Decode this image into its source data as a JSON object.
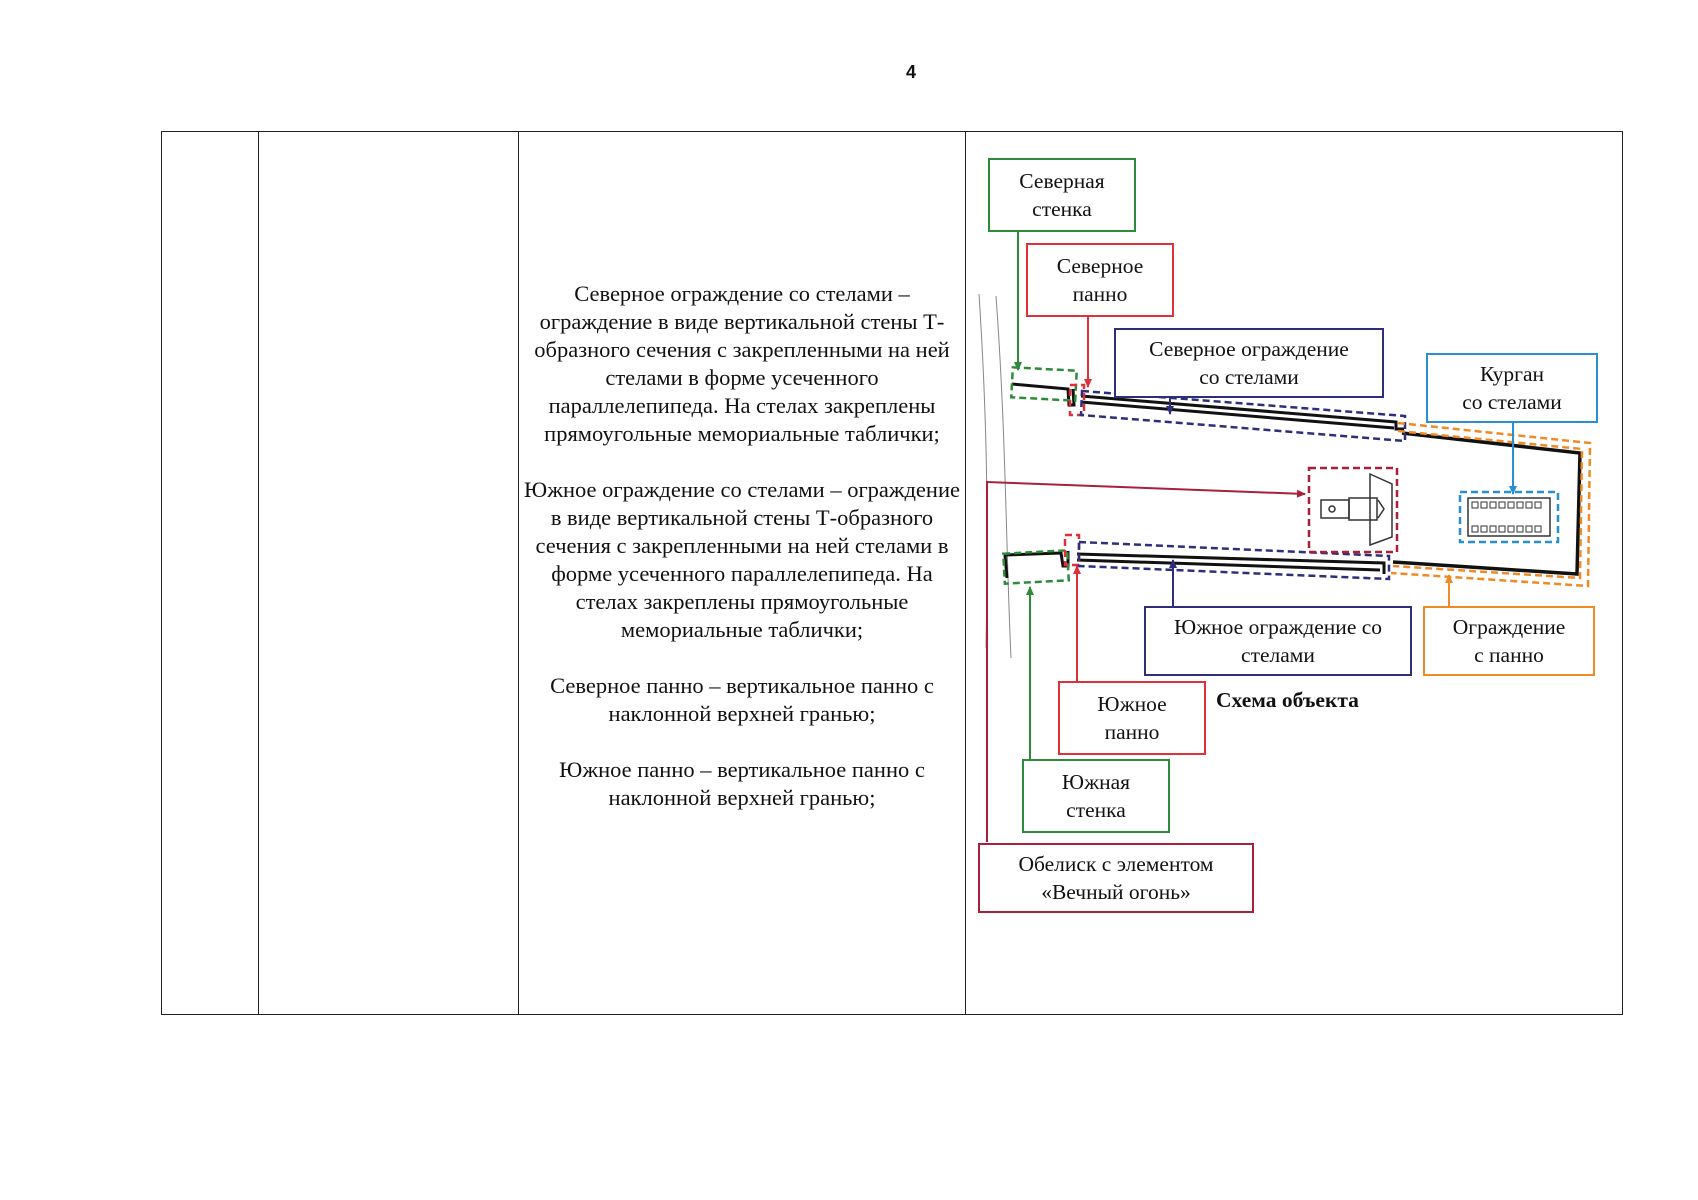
{
  "page": {
    "number": "4"
  },
  "description": {
    "paragraphs": [
      "Северное ограждение со стелами – ограждение в виде вертикальной стены Т-образного сечения с закрепленными на ней стелами в форме усеченного параллелепипеда. На стелах закреплены прямоугольные мемориальные таблички;",
      "Южное ограждение со стелами – ограждение в виде вертикальной стены Т-образного сечения с закрепленными на ней стелами в форме усеченного параллелепипеда. На стелах закреплены прямоугольные мемориальные таблички;",
      "Северное панно – вертикальное панно с наклонной верхней гранью;",
      "Южное панно – вертикальное панно с наклонной верхней гранью;"
    ]
  },
  "scheme": {
    "title": "Схема объекта",
    "colors": {
      "green": "#2e8b3a",
      "red": "#e0303a",
      "navy": "#2e2f7a",
      "blue": "#2a8fd0",
      "orange": "#f08a24",
      "crimson": "#a8203a"
    },
    "labels": {
      "north_wall": "Северная\nстенка",
      "north_panel": "Северное\nпанно",
      "north_fence": "Северное ограждение\nсо стелами",
      "kurgan": "Курган\nсо стелами",
      "south_fence": "Южное ограждение со\nстелами",
      "fence_panel": "Ограждение\nс панно",
      "south_panel": "Южное\nпанно",
      "south_wall": "Южная\nстенка",
      "obelisk": "Обелиск с элементом\n«Вечный огонь»"
    }
  }
}
